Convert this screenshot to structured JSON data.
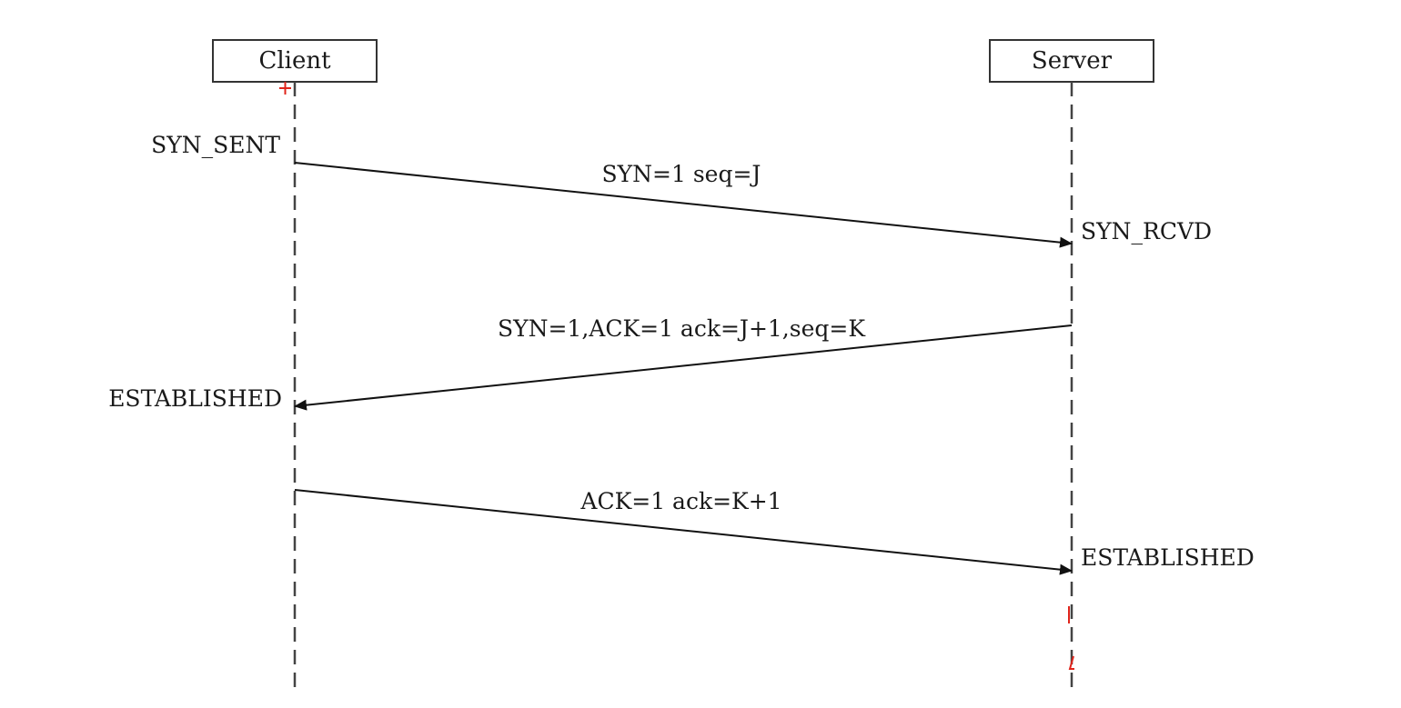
{
  "actors": [
    {
      "id": "client",
      "label": "Client"
    },
    {
      "id": "server",
      "label": "Server"
    }
  ],
  "states": {
    "client_syn_sent": "SYN_SENT",
    "server_syn_rcvd": "SYN_RCVD",
    "client_established": "ESTABLISHED",
    "server_established": "ESTABLISHED"
  },
  "messages": [
    {
      "from": "client",
      "to": "server",
      "label": "SYN=1 seq=J"
    },
    {
      "from": "server",
      "to": "client",
      "label": "SYN=1,ACK=1 ack=J+1,seq=K"
    },
    {
      "from": "client",
      "to": "server",
      "label": "ACK=1 ack=K+1"
    }
  ],
  "colors": {
    "line": "#111111",
    "cursor": "#e0241b"
  }
}
